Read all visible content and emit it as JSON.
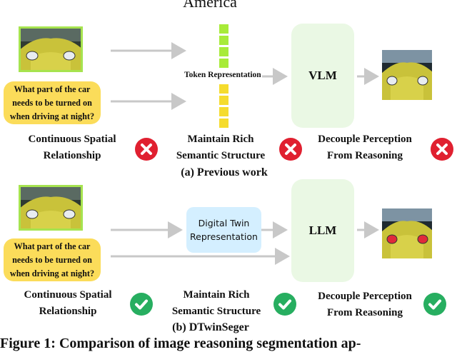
{
  "header": {
    "text": "America"
  },
  "panel_a": {
    "question": "What part of the car needs to be turned on when driving at night?",
    "token_label": "Token Representation",
    "model": "VLM",
    "captions": [
      [
        "Continuous Spatial",
        "Relationship"
      ],
      [
        "Maintain Rich",
        "Semantic Structure"
      ],
      [
        "Decouple Perception",
        "From Reasoning"
      ]
    ],
    "status_icons": [
      "cross-icon",
      "cross-icon",
      "cross-icon"
    ],
    "subtitle": "(a) Previous work"
  },
  "panel_b": {
    "question": "What part of the car needs to be turned on when driving at night?",
    "representation": [
      "Digital Twin",
      "Representation"
    ],
    "model": "LLM",
    "captions": [
      [
        "Continuous Spatial",
        "Relationship"
      ],
      [
        "Maintain Rich",
        "Semantic Structure"
      ],
      [
        "Decouple Perception",
        "From Reasoning"
      ]
    ],
    "status_icons": [
      "check-icon",
      "check-icon",
      "check-icon"
    ],
    "subtitle": "(b) DTwinSeger"
  },
  "figure_caption": "Figure 1: Comparison of image reasoning segmentation ap-",
  "colors": {
    "token_green": "#a8eb38",
    "token_yellow": "#f5dc2d",
    "question_bg": "#fbdc5a",
    "model_bg": "#eaf8e4",
    "twin_bg": "#d4efff",
    "cross": "#e02030",
    "check": "#27ae60",
    "arrow": "#c8c8c8",
    "highlight": "#e02a3a"
  }
}
